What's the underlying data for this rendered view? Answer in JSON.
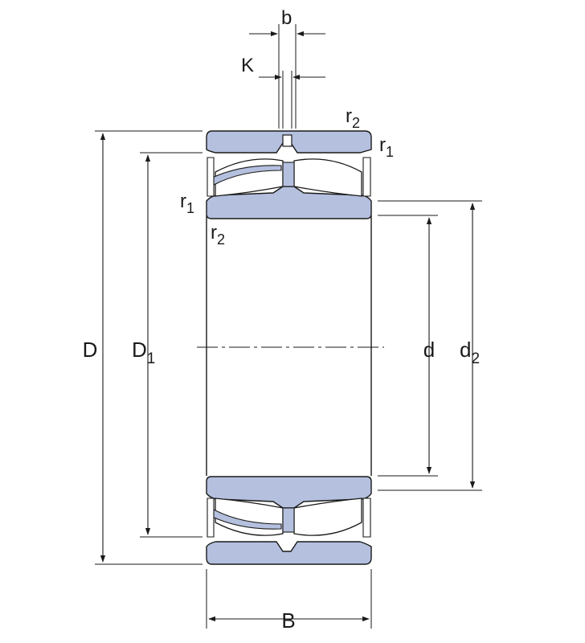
{
  "colors": {
    "ring_fill": "#b4c0de",
    "stroke": "#1a1a1a",
    "background": "#ffffff"
  },
  "labels": {
    "b": "b",
    "K": "K",
    "r1": "r",
    "r1_sub": "1",
    "r2": "r",
    "r2_sub": "2",
    "D": "D",
    "D1": "D",
    "D1_sub": "1",
    "d": "d",
    "d2": "d",
    "d2_sub": "2",
    "B": "B"
  }
}
